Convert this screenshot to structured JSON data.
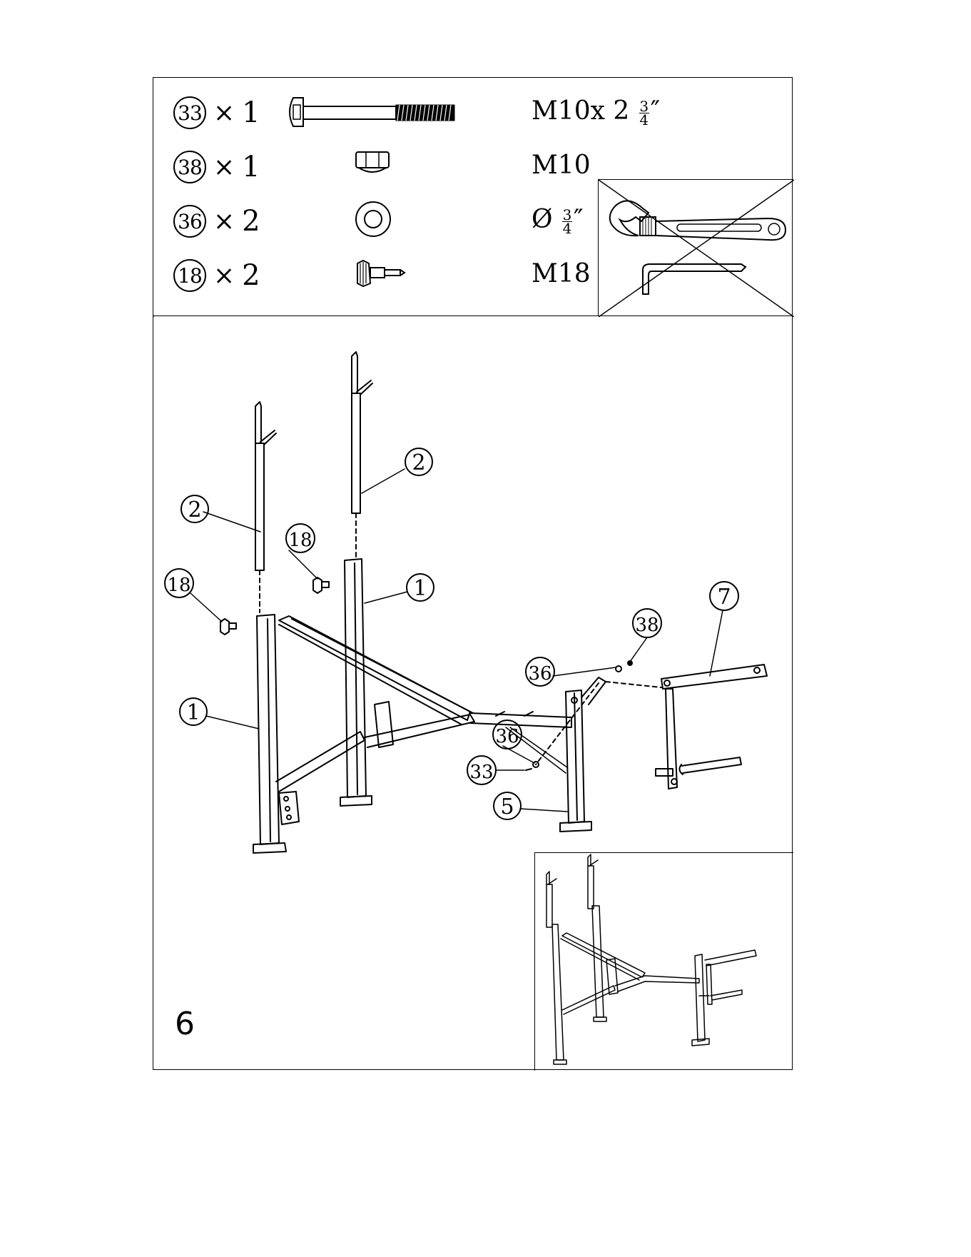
{
  "step_number": "6",
  "hardware": [
    {
      "part": "33",
      "times": "×",
      "qty": "1",
      "spec_prefix": "M10x 2",
      "frac_num": "3",
      "frac_den": "4",
      "frac_suffix": "″",
      "icon": "bolt-icon"
    },
    {
      "part": "38",
      "times": "×",
      "qty": "1",
      "spec_prefix": "M10",
      "icon": "nut-icon"
    },
    {
      "part": "36",
      "times": "×",
      "qty": "2",
      "spec_prefix": "Ø",
      "frac_num": "3",
      "frac_den": "4",
      "frac_suffix": "″",
      "icon": "washer-icon"
    },
    {
      "part": "18",
      "times": "×",
      "qty": "2",
      "spec_prefix": "M18",
      "icon": "knob-icon"
    }
  ],
  "tools": [
    "wrench-icon",
    "allen-key-icon"
  ],
  "callouts": {
    "post_left": "2",
    "post_right": "2",
    "knob_upper": "18",
    "knob_lower": "18",
    "upright_right": "1",
    "upright_left": "1",
    "washer_upper": "36",
    "nut": "38",
    "leg_attachment": "7",
    "washer_lower": "36",
    "bolt": "33",
    "rear_upright": "5"
  }
}
